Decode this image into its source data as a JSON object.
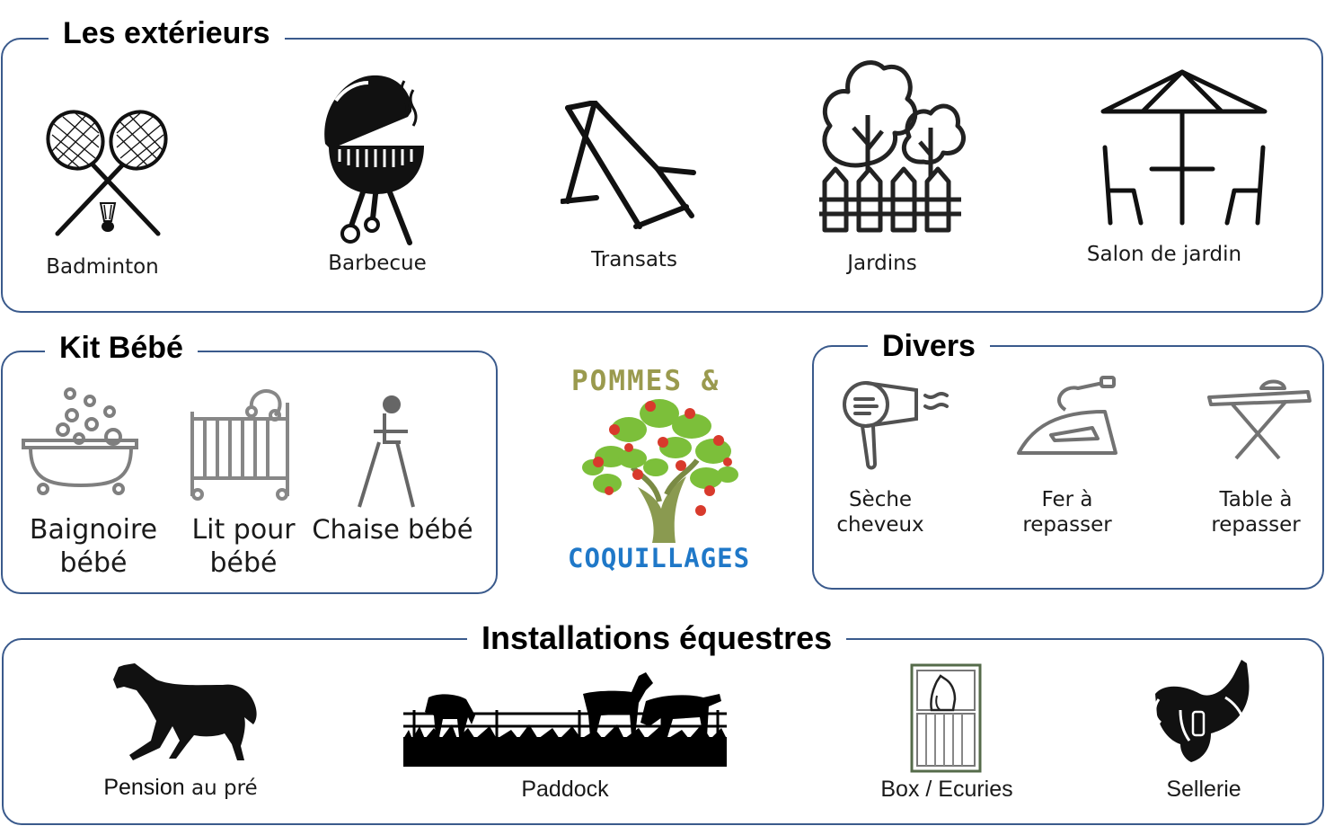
{
  "sections": {
    "exterieurs": {
      "title": "Les extérieurs",
      "items": [
        {
          "label": "Badminton",
          "icon": "badminton-icon"
        },
        {
          "label": "Barbecue",
          "icon": "barbecue-icon"
        },
        {
          "label": "Transats",
          "icon": "deckchair-icon"
        },
        {
          "label": "Jardins",
          "icon": "garden-icon"
        },
        {
          "label": "Salon de jardin",
          "icon": "patio-set-icon"
        }
      ]
    },
    "kit_bebe": {
      "title": "Kit Bébé",
      "items": [
        {
          "label_line1": "Baignoire",
          "label_line2": "bébé",
          "icon": "baby-bath-icon"
        },
        {
          "label_line1": "Lit pour",
          "label_line2": "bébé",
          "icon": "crib-icon"
        },
        {
          "label": "Chaise bébé",
          "icon": "high-chair-icon"
        }
      ]
    },
    "divers": {
      "title": "Divers",
      "items": [
        {
          "label_line1": "Sèche",
          "label_line2": "cheveux",
          "icon": "hair-dryer-icon"
        },
        {
          "label_line1": "Fer à",
          "label_line2": "repasser",
          "icon": "iron-icon"
        },
        {
          "label_line1": "Table à",
          "label_line2": "repasser",
          "icon": "ironing-board-icon"
        }
      ]
    },
    "equestre": {
      "title": "Installations équestres",
      "items": [
        {
          "label_a": "Pension",
          "label_b": " au pré",
          "icon": "horse-icon"
        },
        {
          "label": "Paddock",
          "icon": "paddock-icon"
        },
        {
          "label": "Box / Ecuries",
          "icon": "stable-box-icon"
        },
        {
          "label": "Sellerie",
          "icon": "saddle-icon"
        }
      ]
    }
  },
  "logo": {
    "top": "POMMES &",
    "bottom": "COQUILLAGES"
  },
  "colors": {
    "panel_border": "#3a5a8c",
    "logo_top": "#9a9a4e",
    "logo_bottom": "#1f78c8",
    "apple_red": "#d83a2c",
    "leaf_green": "#7cbf3a"
  }
}
